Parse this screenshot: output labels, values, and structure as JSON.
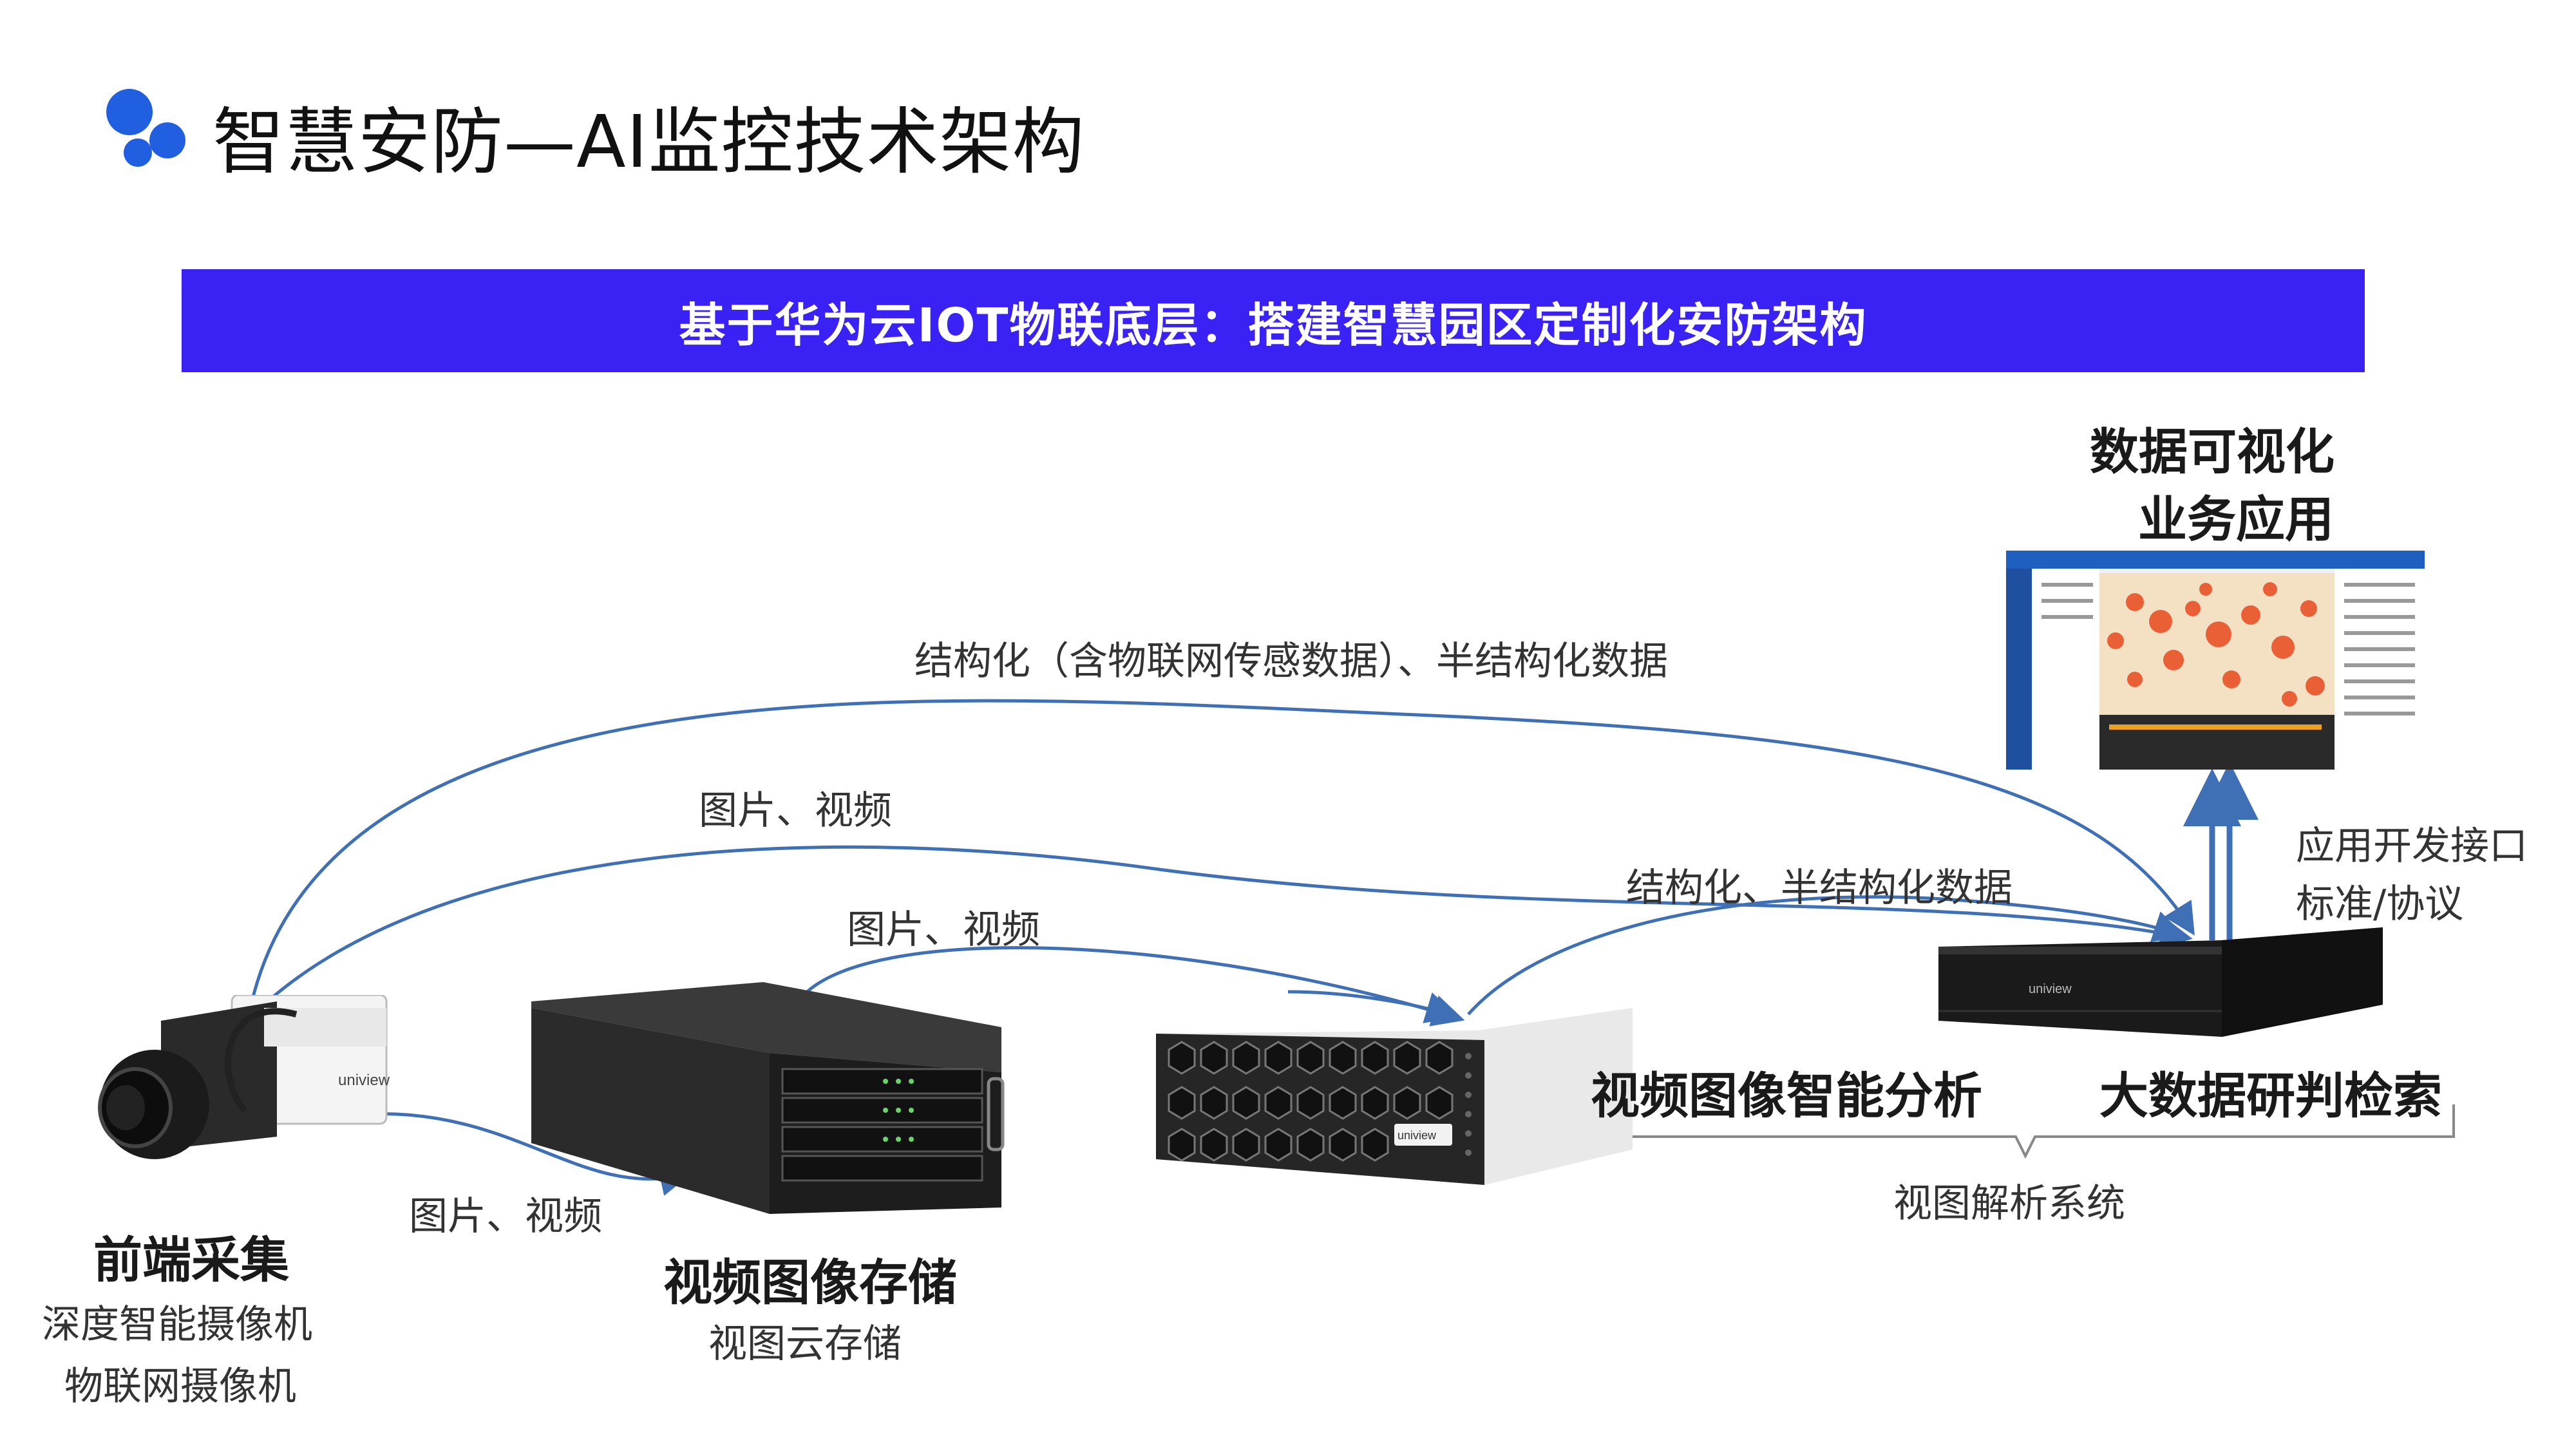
{
  "title": "智慧安防—AI监控技术架构",
  "banner": "基于华为云IOT物联底层：搭建智慧园区定制化安防架构",
  "front": {
    "title": "前端采集",
    "line1": "深度智能摄像机",
    "line2": "物联网摄像机"
  },
  "storage": {
    "title": "视频图像存储",
    "sub": "视图云存储"
  },
  "analysis": {
    "title": "视频图像智能分析"
  },
  "bigdata": {
    "title": "大数据研判检索"
  },
  "system": {
    "label": "视图解析系统"
  },
  "viz": {
    "line1": "数据可视化",
    "line2": "业务应用"
  },
  "api": {
    "line1": "应用开发接口",
    "line2": "标准/协议"
  },
  "flows": {
    "top": "结构化（含物联网传感数据）、半结构化数据",
    "mid": "图片、视频",
    "inner": "图片、视频",
    "low": "图片、视频",
    "right": "结构化、半结构化数据"
  },
  "brand": "uniview",
  "colors": {
    "accent": "#3a22f5",
    "arrow": "#3f6fb5",
    "logo": "#1f5fe0"
  }
}
